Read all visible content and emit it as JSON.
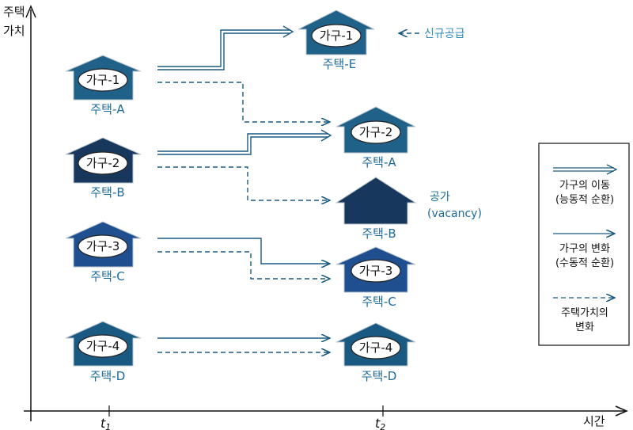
{
  "axes": {
    "y_label_line1": "주택",
    "y_label_line2": "가치",
    "x_label": "시간",
    "tick_t1_base": "t",
    "tick_t1_sub": "1",
    "tick_t2_base": "t",
    "tick_t2_sub": "2"
  },
  "colors": {
    "mid_blue": "#1f6189",
    "light_blue": "#1a5a82",
    "navy": "#17385c",
    "royal": "#1f4f8e",
    "text_blue": "#1b6a99",
    "note_blue": "#2d8bc0"
  },
  "houses_t1": [
    {
      "family": "가구-1",
      "tag": "주택-A"
    },
    {
      "family": "가구-2",
      "tag": "주택-B"
    },
    {
      "family": "가구-3",
      "tag": "주택-C"
    },
    {
      "family": "가구-4",
      "tag": "주택-D"
    }
  ],
  "houses_t2": [
    {
      "family": "가구-1",
      "tag": "주택-E"
    },
    {
      "family": "가구-2",
      "tag": "주택-A"
    },
    {
      "family": "",
      "tag": "주택-B"
    },
    {
      "family": "가구-3",
      "tag": "주택-C"
    },
    {
      "family": "가구-4",
      "tag": "주택-D"
    }
  ],
  "notes": {
    "new_supply": "신규공급",
    "vacancy_line1": "공가",
    "vacancy_line2": "(vacancy)"
  },
  "legend": {
    "active_line1": "가구의 이동",
    "active_line2": "(능동적 순환)",
    "passive_line1": "가구의 변화",
    "passive_line2": "(수동적 순환)",
    "value_line1": "주택가치의",
    "value_line2": "변화"
  }
}
